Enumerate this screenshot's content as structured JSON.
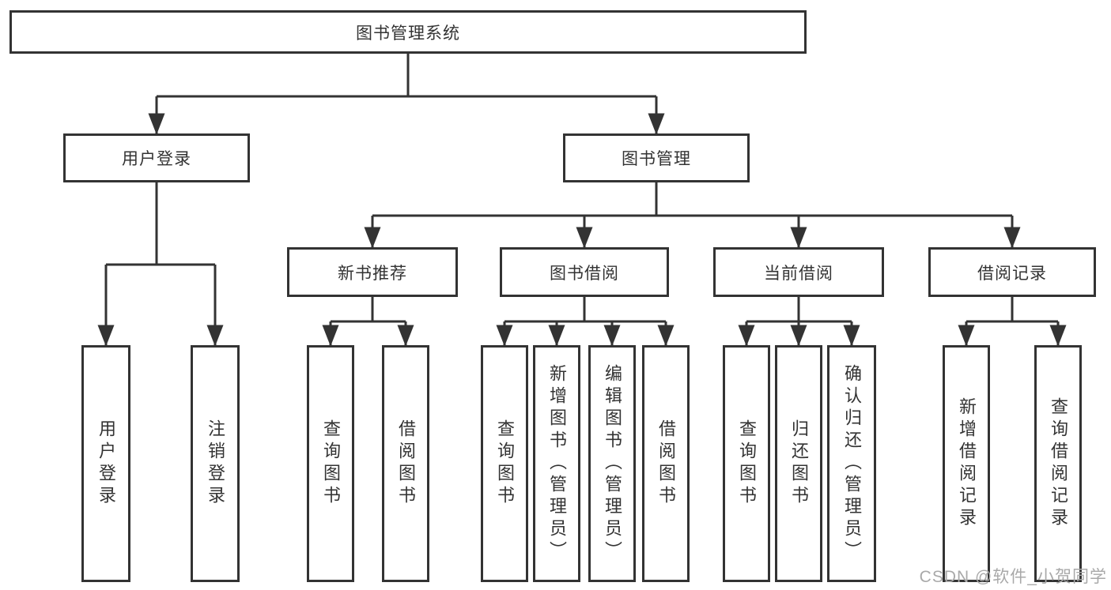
{
  "diagram": {
    "tree": {
      "root": {
        "label": "图书管理系统"
      },
      "login": {
        "label": "用户登录",
        "children": [
          {
            "label": "用户登录"
          },
          {
            "label": "注销登录"
          }
        ]
      },
      "mgmt": {
        "label": "图书管理",
        "groups": [
          {
            "label": "新书推荐",
            "children": [
              {
                "label": "查询图书"
              },
              {
                "label": "借阅图书"
              }
            ]
          },
          {
            "label": "图书借阅",
            "children": [
              {
                "label": "查询图书"
              },
              {
                "label": "新增图书（管理员）"
              },
              {
                "label": "编辑图书（管理员）"
              },
              {
                "label": "借阅图书"
              }
            ]
          },
          {
            "label": "当前借阅",
            "children": [
              {
                "label": "查询图书"
              },
              {
                "label": "归还图书"
              },
              {
                "label": "确认归还（管理员）"
              }
            ]
          },
          {
            "label": "借阅记录",
            "children": [
              {
                "label": "新增借阅记录"
              },
              {
                "label": "查询借阅记录"
              }
            ]
          }
        ]
      }
    },
    "watermark": {
      "text": "CSDN @软件_小贺同学"
    },
    "colors": {
      "line": "#333333",
      "text": "#333333",
      "box_background": "#ffffff",
      "watermark": "#a9a9a9"
    }
  }
}
